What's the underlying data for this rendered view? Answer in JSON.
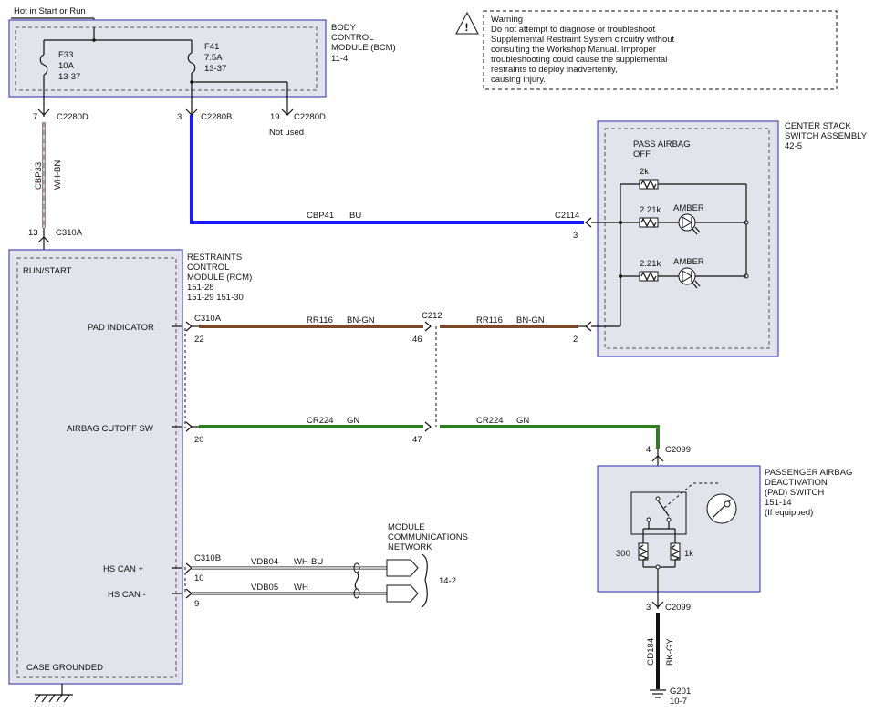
{
  "supply": {
    "label": "Hot in Start or Run"
  },
  "bcm": {
    "name": [
      "BODY",
      "CONTROL",
      "MODULE (BCM)"
    ],
    "ref": "11-4",
    "fuses": [
      {
        "id": "F33",
        "rating": "10A",
        "ref": "13-37"
      },
      {
        "id": "F41",
        "rating": "7.5A",
        "ref": "13-37"
      }
    ],
    "pins": [
      {
        "pin": "7",
        "connector": "C2280D"
      },
      {
        "pin": "3",
        "connector": "C2280B"
      },
      {
        "pin": "19",
        "connector": "C2280D"
      }
    ],
    "not_used": "Not used"
  },
  "warning": {
    "icon": "!",
    "title": "Warning",
    "lines": [
      "Do not attempt to diagnose or troubleshoot",
      "Supplemental Restraint System circuitry without",
      "consulting the Workshop Manual. Improper",
      "troubleshooting could cause the supplemental",
      "restraints to deploy inadvertently,",
      "causing injury."
    ]
  },
  "wires": {
    "cbp33": {
      "circuit": "CBP33",
      "color": "WH-BN"
    },
    "cbp41": {
      "circuit": "CBP41",
      "color": "BU",
      "connector": "C2114",
      "pin": "3"
    },
    "rr116_a": {
      "circuit": "RR116",
      "color": "BN-GN"
    },
    "rr116_b": {
      "circuit": "RR116",
      "color": "BN-GN"
    },
    "cr224_a": {
      "circuit": "CR224",
      "color": "GN"
    },
    "cr224_b": {
      "circuit": "CR224",
      "color": "GN"
    },
    "vdb04": {
      "circuit": "VDB04",
      "color": "WH-BU"
    },
    "vdb05": {
      "circuit": "VDB05",
      "color": "WH"
    },
    "gd184": {
      "circuit": "GD184",
      "color": "BK-GY"
    }
  },
  "colors": {
    "blue": "#1a1aff",
    "brown": "#7a4a2e",
    "green": "#2e7d1e",
    "wh_bn": "#d04848",
    "black": "#111111"
  },
  "rcm": {
    "name": [
      "RESTRAINTS",
      "CONTROL",
      "MODULE (RCM)"
    ],
    "refs": [
      "151-28",
      "151-29   151-30"
    ],
    "top_pin": {
      "pin": "13",
      "connector": "C310A"
    },
    "run_start": "RUN/START",
    "signals": [
      {
        "label": "PAD INDICATOR",
        "pin": "22"
      },
      {
        "label": "AIRBAG CUTOFF SW",
        "pin": "20"
      },
      {
        "label": "HS CAN +",
        "pin": "10"
      },
      {
        "label": "HS CAN -",
        "pin": "9"
      }
    ],
    "connector_a": "C310A",
    "connector_b": "C310B",
    "case": "CASE GROUNDED"
  },
  "splice": {
    "connector": "C212",
    "pin_top": "46",
    "pin_bottom": "47"
  },
  "center_stack": {
    "name": [
      "CENTER STACK",
      "SWITCH ASSEMBLY"
    ],
    "ref": "42-5",
    "indicator": [
      "PASS AIRBAG",
      "OFF"
    ],
    "res_top": "2k",
    "res_mid": "2.21k",
    "res_bot": "2.21k",
    "lamp1": "AMBER",
    "lamp2": "AMBER",
    "pin_pad": "2"
  },
  "module_network": {
    "name": [
      "MODULE",
      "COMMUNICATIONS",
      "NETWORK"
    ],
    "ref": "14-2"
  },
  "pad_switch": {
    "name": [
      "PASSENGER AIRBAG",
      "DEACTIVATION",
      "(PAD) SWITCH"
    ],
    "ref": "151-14",
    "note": "(If equipped)",
    "top_pin": "4",
    "top_connector": "C2099",
    "res_left": "300",
    "res_right": "1k",
    "bottom_pin": "3",
    "bottom_connector": "C2099"
  },
  "ground": {
    "id": "G201",
    "ref": "10-7"
  }
}
